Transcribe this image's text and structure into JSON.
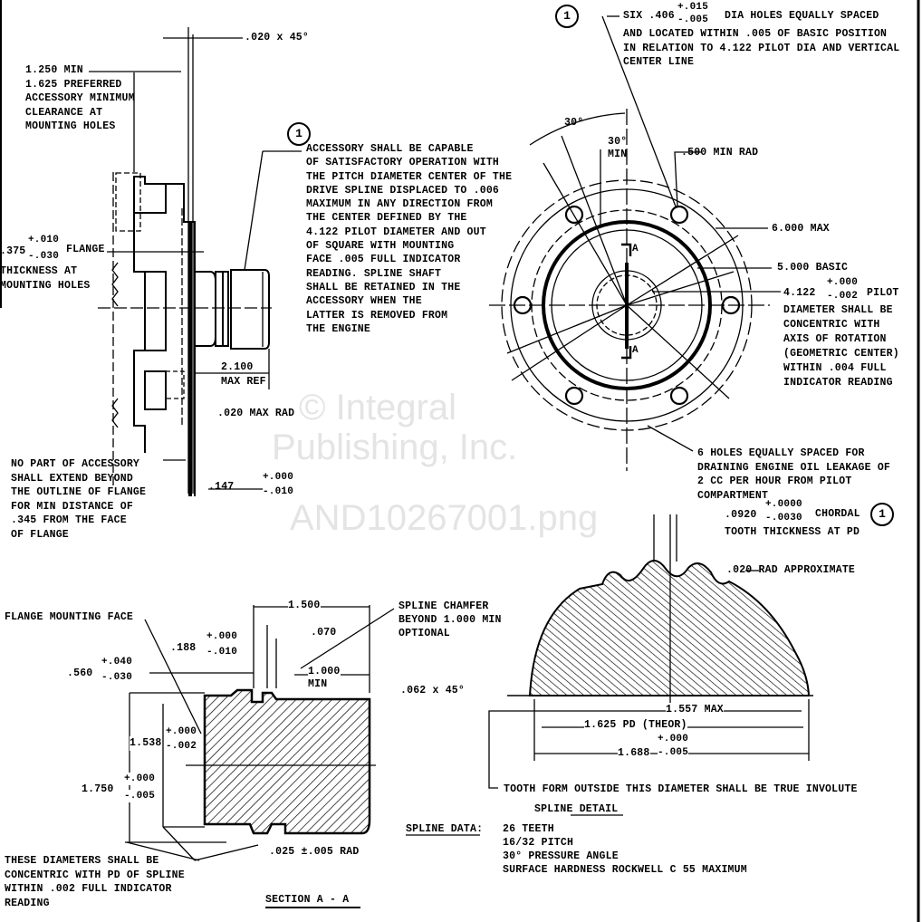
{
  "watermark": {
    "line1": "© Integral",
    "line2": "Publishing, Inc.",
    "line3": "AND10267001.png"
  },
  "flag_number": "1",
  "side_view": {
    "chamfer": ".020 x 45°",
    "clearance_note": [
      "1.250 MIN",
      "1.625 PREFERRED",
      "ACCESSORY MINIMUM",
      "CLEARANCE AT",
      "MOUNTING HOLES"
    ],
    "flange_thickness": {
      "value": ".375",
      "plus": "+.010",
      "minus": "-.030",
      "label": "FLANGE",
      "lines": [
        "THICKNESS AT",
        "MOUNTING HOLES"
      ]
    },
    "accessory_note": [
      "ACCESSORY SHALL BE CAPABLE",
      "OF SATISFACTORY OPERATION WITH",
      "THE PITCH DIAMETER CENTER OF THE",
      "DRIVE SPLINE DISPLACED  TO .006",
      "MAXIMUM IN ANY DIRECTION FROM",
      "THE CENTER DEFINED BY THE",
      "4.122 PILOT DIAMETER AND OUT",
      "OF SQUARE WITH MOUNTING",
      "FACE .005 FULL INDICATOR",
      "READING. SPLINE SHAFT",
      "SHALL BE RETAINED IN THE",
      "ACCESSORY WHEN THE",
      "LATTER IS REMOVED FROM",
      "THE ENGINE"
    ],
    "shaft_length": [
      "2.100",
      "MAX REF"
    ],
    "max_rad": ".020 MAX RAD",
    "no_part_note": [
      "NO PART OF ACCESSORY",
      "SHALL EXTEND BEYOND",
      "THE OUTLINE OF FLANGE",
      "FOR MIN DISTANCE OF",
      ".345 FROM THE FACE",
      "OF FLANGE"
    ],
    "face_dim": {
      "value": ".147",
      "plus": "+.000",
      "minus": "-.010"
    }
  },
  "front_view": {
    "holes_note": {
      "prefix": "SIX .406",
      "plus": "+.015",
      "minus": "-.005",
      "suffix": "DIA HOLES EQUALLY SPACED",
      "lines": [
        "AND LOCATED WITHIN .005 OF BASIC POSITION",
        "IN RELATION TO 4.122 PILOT DIA AND VERTICAL",
        "CENTER LINE"
      ]
    },
    "angle1": "30°",
    "angle2": [
      "30°",
      "MIN"
    ],
    "min_rad": ".500 MIN RAD",
    "max_dia": "6.000 MAX",
    "basic_dia": "5.000 BASIC",
    "pilot": {
      "value": "4.122",
      "plus": "+.000",
      "minus": "-.002",
      "label": "PILOT",
      "lines": [
        "DIAMETER SHALL BE",
        "CONCENTRIC WITH",
        "AXIS OF ROTATION",
        "(GEOMETRIC CENTER)",
        "WITHIN .004 FULL",
        "INDICATOR READING"
      ]
    },
    "section_marker": "A",
    "drain_note": [
      "6 HOLES EQUALLY SPACED FOR",
      "DRAINING ENGINE OIL LEAKAGE OF",
      "2 CC PER HOUR FROM PILOT",
      "COMPARTMENT"
    ]
  },
  "spline_detail": {
    "tooth": {
      "value": ".0920",
      "plus": "+.0000",
      "minus": "-.0030",
      "label": "CHORDAL",
      "line2": "TOOTH THICKNESS AT PD"
    },
    "rad": ".020 RAD APPROXIMATE",
    "dim_max": "1.557 MAX",
    "dim_pd": "1.625 PD (THEOR)",
    "dim_od": {
      "value": "1.688",
      "plus": "+.000",
      "minus": "-.005"
    },
    "involute_note": "TOOTH FORM OUTSIDE THIS DIAMETER SHALL BE TRUE INVOLUTE",
    "title": "SPLINE DETAIL",
    "data_label": "SPLINE DATA:",
    "data": [
      "26 TEETH",
      "16/32 PITCH",
      "30° PRESSURE ANGLE",
      "SURFACE HARDNESS ROCKWELL C 55 MAXIMUM"
    ]
  },
  "section_view": {
    "flange_face": "FLANGE MOUNTING FACE",
    "len_1500": "1.500",
    "groove": {
      "value": ".188",
      "plus": "+.000",
      "minus": "-.010"
    },
    "groove_w": ".070",
    "chamfer_note": [
      "SPLINE CHAMFER",
      "BEYOND 1.000 MIN",
      "OPTIONAL"
    ],
    "dim_560": {
      "value": ".560",
      "plus": "+.040",
      "minus": "-.030"
    },
    "min_1000": [
      "1.000",
      "MIN"
    ],
    "chamfer": ".062 x 45°",
    "dia_1538": {
      "value": "1.538",
      "plus": "+.000",
      "minus": "-.002"
    },
    "dia_1750": {
      "value": "1.750",
      "plus": "+.000",
      "minus": "-.005"
    },
    "rad": ".025 ±.005 RAD",
    "concentric_note": [
      "THESE DIAMETERS SHALL BE",
      "CONCENTRIC WITH PD OF SPLINE",
      "WITHIN .002 FULL INDICATOR",
      "READING"
    ],
    "title": "SECTION A - A"
  }
}
